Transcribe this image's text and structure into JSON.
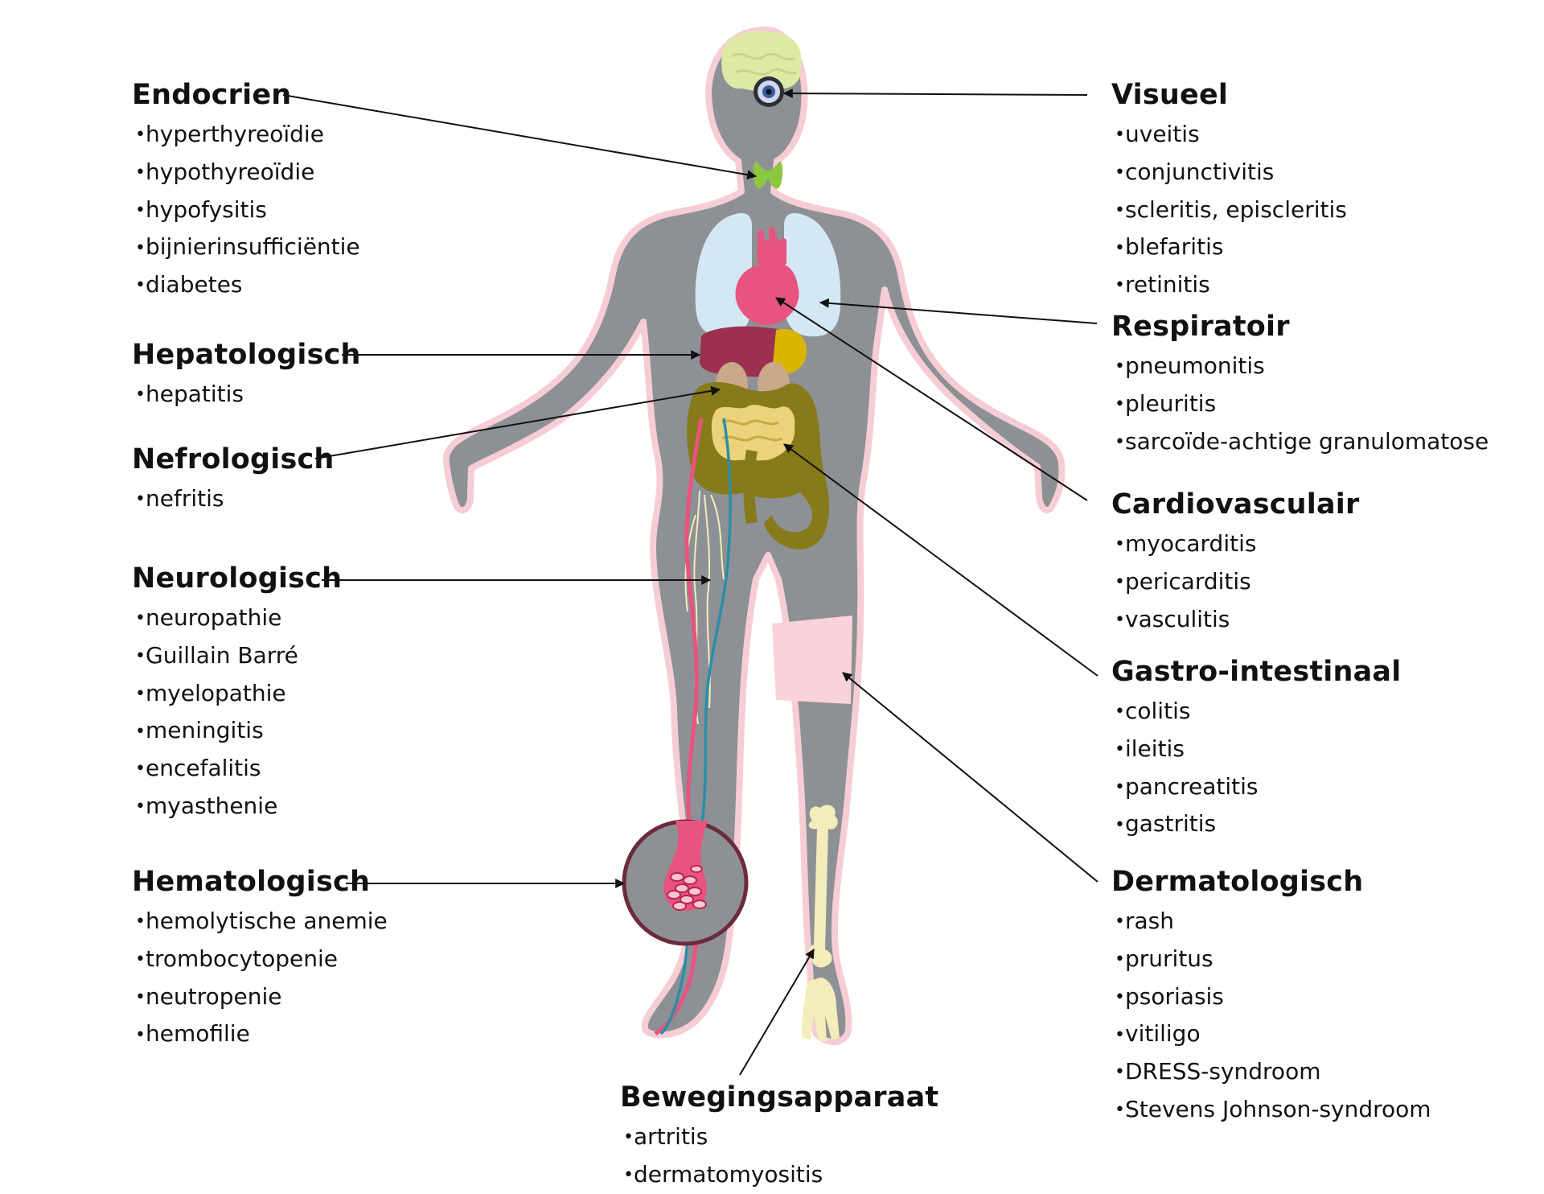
{
  "groups": {
    "endocrien": {
      "title": "Endocrien",
      "items": [
        "hyperthyreoïdie",
        "hypothyreoïdie",
        "hypofysitis",
        "bijnierinsufficiëntie",
        "diabetes"
      ]
    },
    "hepatologisch": {
      "title": "Hepatologisch",
      "items": [
        "hepatitis"
      ]
    },
    "nefrologisch": {
      "title": "Nefrologisch",
      "items": [
        "nefritis"
      ]
    },
    "neurologisch": {
      "title": "Neurologisch",
      "items": [
        "neuropathie",
        "Guillain Barré",
        "myelopathie",
        "meningitis",
        "encefalitis",
        "myasthenie"
      ]
    },
    "hematologisch": {
      "title": "Hematologisch",
      "items": [
        "hemolytische anemie",
        "trombocytopenie",
        "neutropenie",
        "hemofilie"
      ]
    },
    "visueel": {
      "title": "Visueel",
      "items": [
        "uveitis",
        "conjunctivitis",
        "scleritis, episcleritis",
        "blefaritis",
        "retinitis"
      ]
    },
    "respiratoir": {
      "title": "Respiratoir",
      "items": [
        "pneumonitis",
        "pleuritis",
        "sarcoïde-achtige granulomatose"
      ]
    },
    "cardiovasculair": {
      "title": "Cardiovasculair",
      "items": [
        "myocarditis",
        "pericarditis",
        "vasculitis"
      ]
    },
    "gastro": {
      "title": "Gastro-intestinaal",
      "items": [
        "colitis",
        "ileitis",
        "pancreatitis",
        "gastritis"
      ]
    },
    "dermatologisch": {
      "title": "Dermatologisch",
      "items": [
        "rash",
        "pruritus",
        "psoriasis",
        "vitiligo",
        "DRESS-syndroom",
        "Stevens Johnson-syndroom"
      ]
    },
    "beweging": {
      "title": "Bewegingsapparaat",
      "items": [
        "artritis",
        "dermatomyositis"
      ]
    }
  },
  "colors": {
    "body": "#8d9195",
    "outline": "#f6cdd4",
    "brain": "#dfe9a6",
    "thyroid": "#8dc63f",
    "lungs": "#d3e7f4",
    "heart": "#e8537f",
    "liver": "#9c3050",
    "gut": "#877a1a",
    "bone": "#f2edba",
    "skin_patch": "#f9d3d9",
    "circle": "#6c2b3b",
    "leader": "#111111"
  }
}
